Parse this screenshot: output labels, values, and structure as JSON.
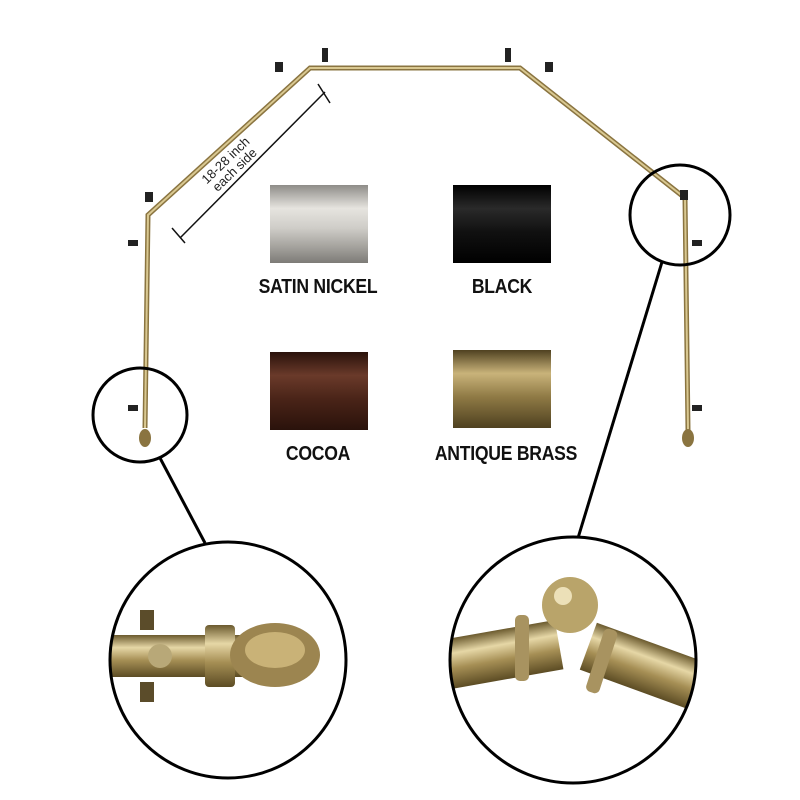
{
  "dimension": {
    "line1": "18-28 inch",
    "line2": "each side"
  },
  "finishes": [
    {
      "name": "SATIN NICKEL",
      "color": "#c9c7c2"
    },
    {
      "name": "BLACK",
      "color": "#111111"
    },
    {
      "name": "COCOA",
      "color": "#4a2418"
    },
    {
      "name": "ANTIQUE BRASS",
      "color": "#8f7a45"
    }
  ],
  "rod_color": "#a8925a"
}
